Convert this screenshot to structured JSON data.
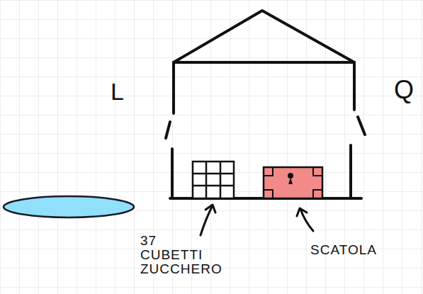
{
  "diagram": {
    "labels": [
      "L",
      "Q",
      "37 CUBETTI ZUCCHERO",
      "SCATOLA"
    ]
  }
}
